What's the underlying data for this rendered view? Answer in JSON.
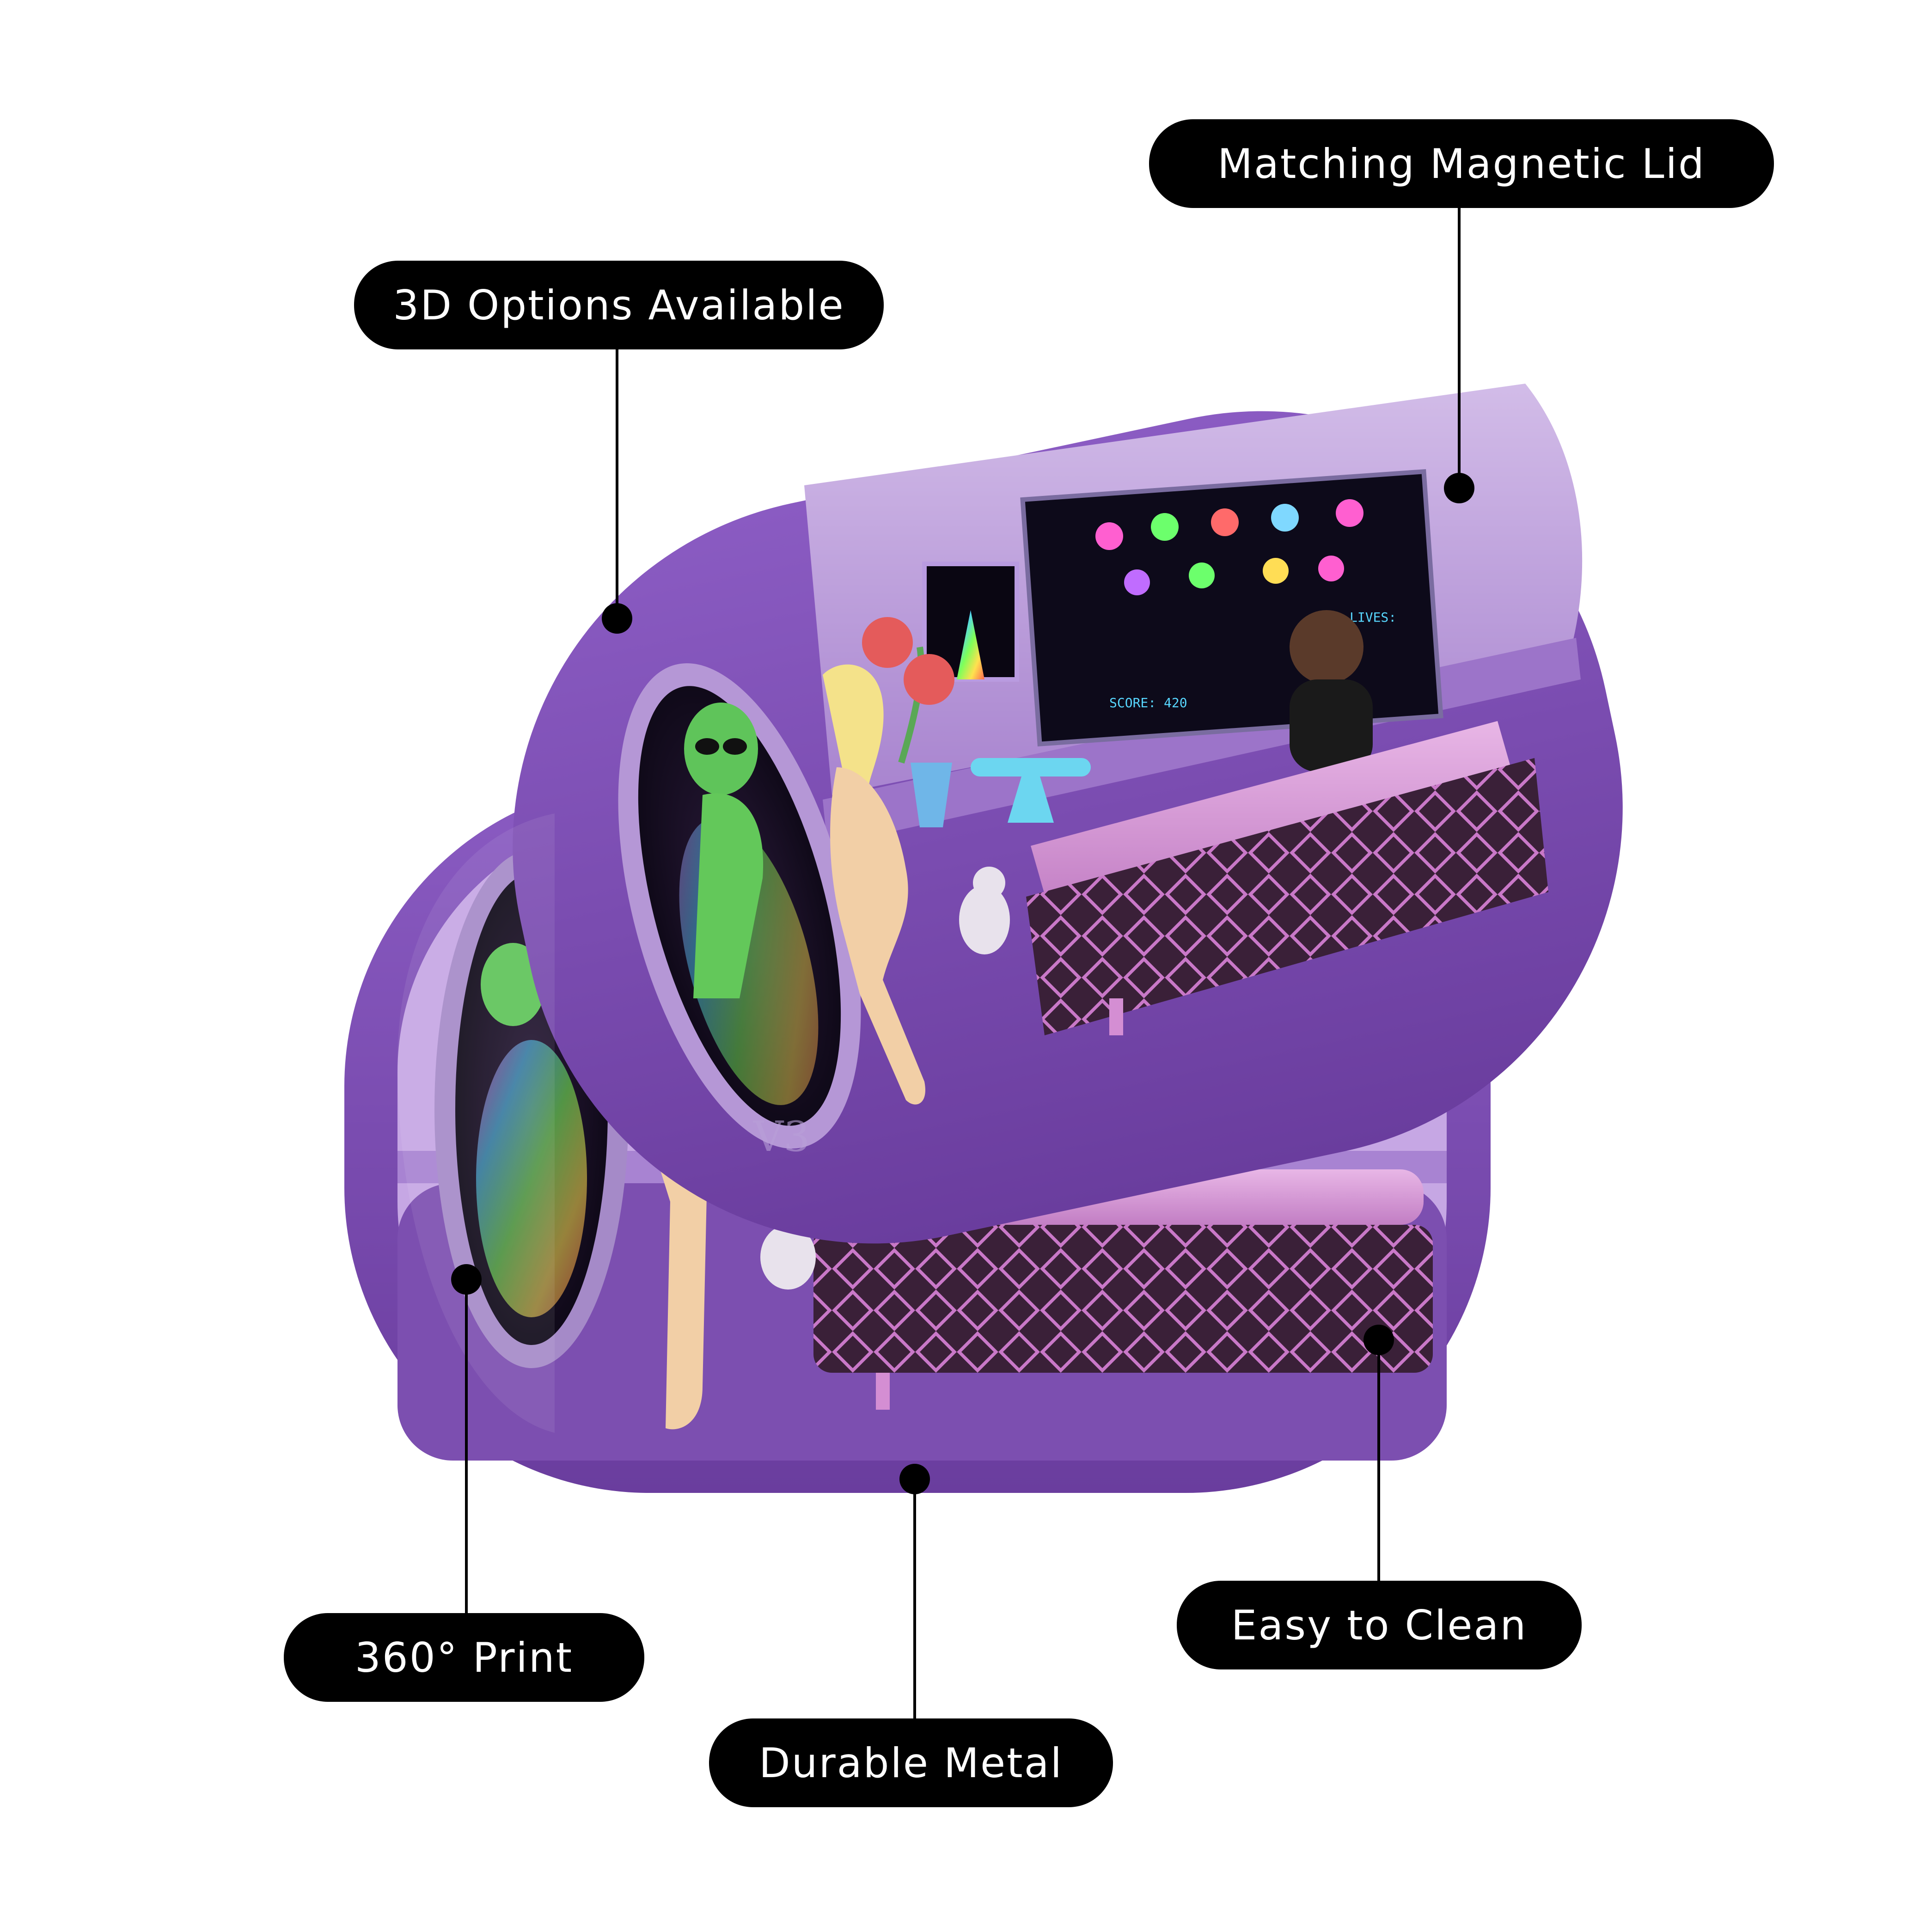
{
  "labels": {
    "lid": "Matching Magnetic Lid",
    "options_3d": "3D Options Available",
    "print_360": "360° Print",
    "metal": "Durable Metal",
    "clean": "Easy to Clean"
  },
  "illustration": {
    "game_screen_score": "SCORE: 420",
    "game_screen_lives": "LIVES:"
  },
  "colors": {
    "tray_purple": "#7a4aae",
    "wall_lilac": "#b898d8",
    "sofa_pink": "#d59ad6",
    "label_bg": "#000000",
    "label_text": "#ffffff"
  }
}
